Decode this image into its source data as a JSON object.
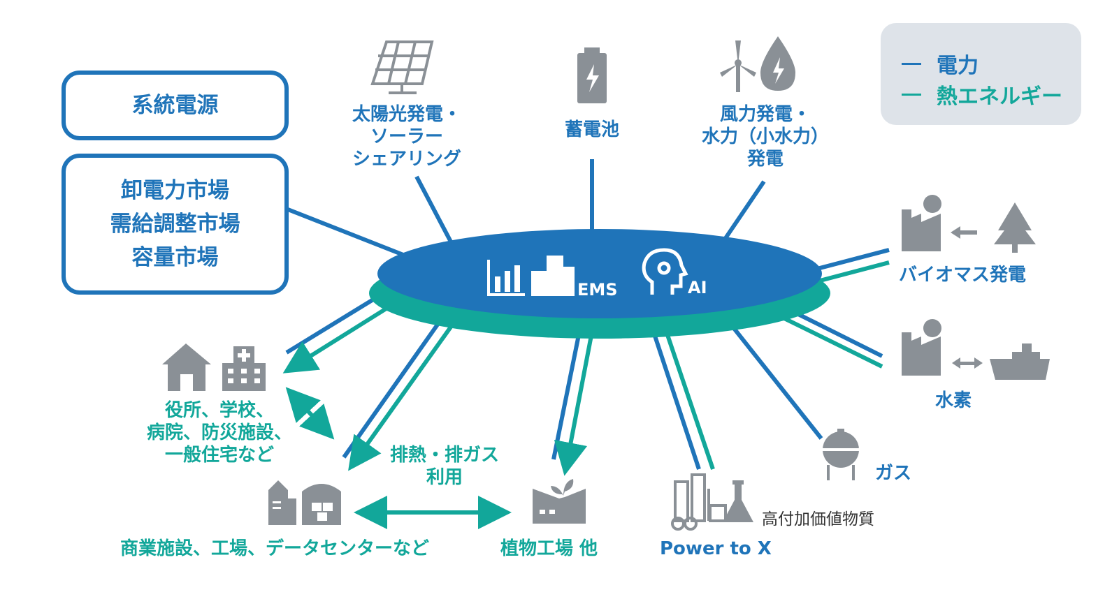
{
  "colors": {
    "electric": "#1f74b9",
    "heat": "#12a79a",
    "icon": "#8a9096",
    "legend_bg": "#dee3e9"
  },
  "legend": {
    "electric": "電力",
    "heat": "熱エネルギー"
  },
  "hub": {
    "ems_label": "EMS",
    "ai_label": "AI"
  },
  "grid_power": "系統電源",
  "markets": [
    "卸電力市場",
    "需給調整市場",
    "容量市場"
  ],
  "solar": [
    "太陽光発電・",
    "ソーラー",
    "シェアリング"
  ],
  "battery": "蓄電池",
  "wind_hydro": [
    "風力発電・",
    "水力（小水力）",
    "発電"
  ],
  "biomass": "バイオマス発電",
  "hydrogen": "水素",
  "gas": "ガス",
  "power_to_x": "Power to X",
  "high_value": "高付加価値物質",
  "plant_factory": "植物工場 他",
  "commercial": "商業施設、工場、データセンターなど",
  "public": [
    "役所、学校、",
    "病院、防災施設、",
    "一般住宅など"
  ],
  "waste_heat": [
    "排熱・排ガス",
    "利用"
  ]
}
